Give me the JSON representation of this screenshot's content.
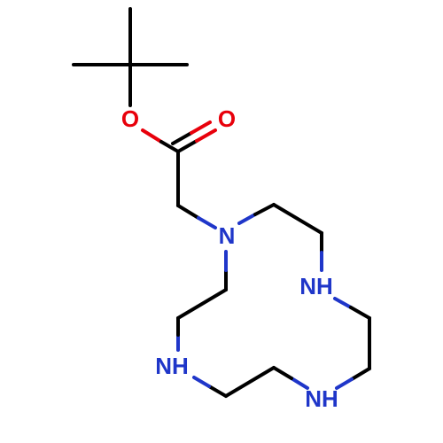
{
  "molecule": {
    "atoms": {
      "ester_o": {
        "symbol": "O",
        "color": "#e8000b"
      },
      "carbonyl_o": {
        "symbol": "O",
        "color": "#e8000b"
      },
      "n1": {
        "symbol": "N",
        "color": "#1f36c9"
      },
      "n4": {
        "symbol": "NH",
        "color": "#1f36c9"
      },
      "n7": {
        "symbol": "NH",
        "color": "#1f36c9"
      },
      "n10": {
        "symbol": "NH",
        "color": "#1f36c9"
      }
    },
    "colors": {
      "bond": "#000000",
      "oxygen": "#e8000b",
      "nitrogen": "#1f36c9"
    }
  }
}
